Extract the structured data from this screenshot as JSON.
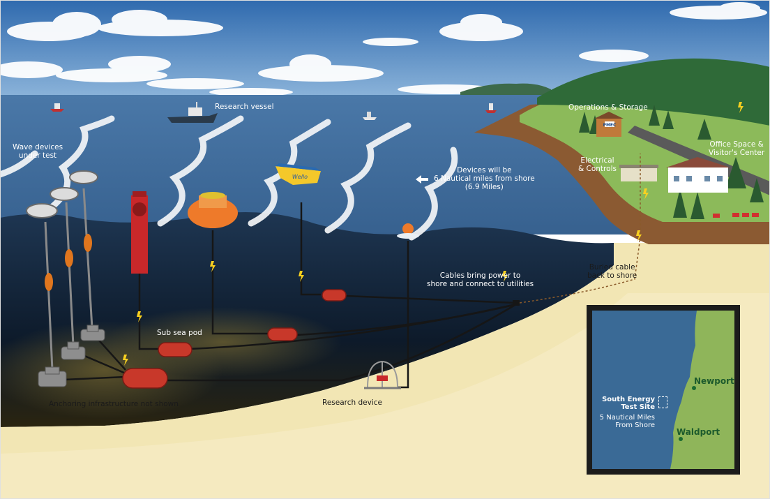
{
  "labels": {
    "research_vessel": "Research vessel",
    "wave_devices": "Wave devices\nunder test",
    "devices_distance": "Devices will be\n6  Nautical miles from shore\n(6.9 Miles)",
    "operations_storage": "Operations & Storage",
    "office_space": "Office Space &\nVisitor's Center",
    "electrical_controls": "Electrical\n& Controls",
    "cables": "Cables bring power to\nshore and connect to utilities",
    "buried_cable": "Buried cable\nback to shore",
    "sub_sea_pod": "Sub sea pod",
    "anchoring": "Anchoring infrastructure not shown",
    "research_device": "Research device",
    "building_sign": "PMEC",
    "buoy_brand": "Wello"
  },
  "inset": {
    "site_name": "South Energy\nTest Site",
    "site_distance": "5 Nautical Miles\nFrom Shore",
    "city_north": "Newport",
    "city_south": "Waldport"
  },
  "colors": {
    "sky": "#4a7fbf",
    "ocean_surface": "#3e6ea0",
    "deep_water": "#0e1e30",
    "sand": "#f2e6b4",
    "land_green": "#8cba5a",
    "device_orange": "#ee7a2a",
    "pod_red": "#c63c28",
    "cable": "#1a1a1a",
    "map_water": "#3a6a96",
    "map_land": "#8fb55a"
  }
}
